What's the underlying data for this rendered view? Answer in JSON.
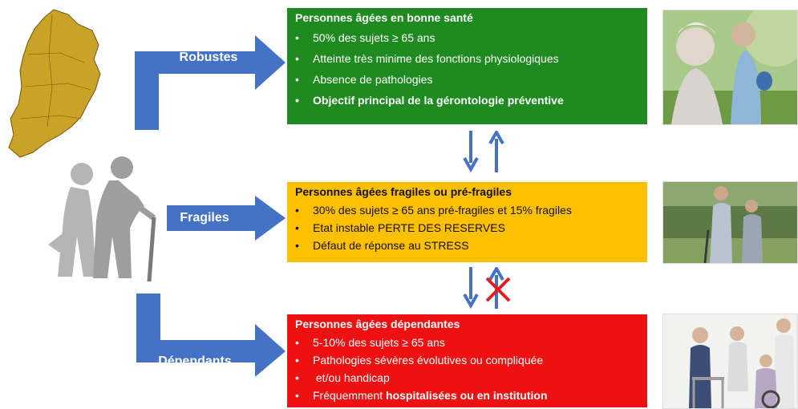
{
  "categories": [
    {
      "arrow_label": "Robustes",
      "title": "Personnes âgées en bonne santé",
      "items": [
        {
          "text": "50% des sujets ≥ 65 ans",
          "bold_tail": ""
        },
        {
          "text": "Atteinte très minime des fonctions physiologiques",
          "bold_tail": ""
        },
        {
          "text": "Absence de pathologies",
          "bold_tail": ""
        },
        {
          "text": "Objectif principal de la gérontologie préventive",
          "bold_tail": ""
        }
      ],
      "bullet": "•",
      "color": "#1f8a1f"
    },
    {
      "arrow_label": "Fragiles",
      "title": "Personnes âgées  fragiles ou pré-fragiles",
      "items": [
        {
          "text": "30% des sujets ≥ 65 ans pré-fragiles  et 15% fragiles",
          "bold_tail": ""
        },
        {
          "text": "Etat instable PERTE DES RESERVES",
          "bold_tail": ""
        },
        {
          "text": "Défaut de réponse au STRESS",
          "bold_tail": ""
        }
      ],
      "bullet": "•",
      "color": "#ffc000"
    },
    {
      "arrow_label": "Dépendants",
      "title": "Personnes âgées  dépendantes",
      "items": [
        {
          "text": "5-10% des sujets  ≥  65 ans",
          "bold_tail": ""
        },
        {
          "text": "Pathologies sévères évolutives ou compliquée",
          "bold_tail": ""
        },
        {
          "text": " et/ou handicap",
          "bold_tail": ""
        },
        {
          "text": "Fréquemment ",
          "bold_tail": "hospitalisées  ou en institution"
        }
      ],
      "bullet": "•",
      "color": "#ee1111"
    }
  ],
  "arrow_color": "#4472c4",
  "cross_color": "#e02020"
}
